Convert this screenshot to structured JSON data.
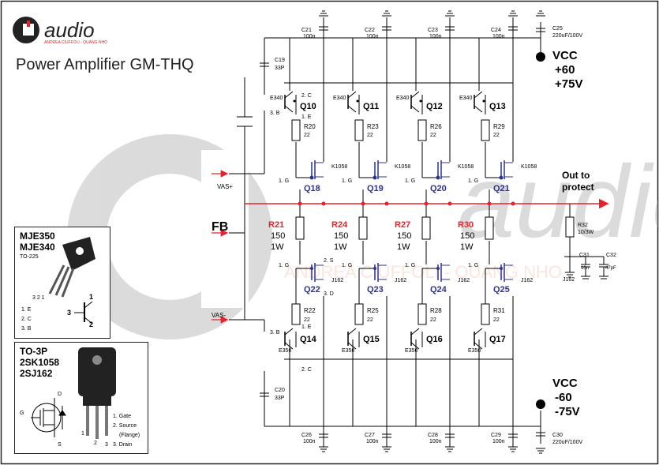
{
  "logo": {
    "brand": "audio",
    "tagline": "ANDREA CIUFFOLI - QUANG NHO"
  },
  "title": "Power Amplifier GM-THQ",
  "watermark": {
    "brand": "audio",
    "tagline": "ANDREA CIUFFOLI - QUANG NHO"
  },
  "supply_positive": {
    "label": "VCC",
    "v1": "+60",
    "v2": "+75V"
  },
  "supply_negative": {
    "label": "VCC",
    "v1": "-60",
    "v2": "-75V"
  },
  "inputs": {
    "vas_plus": "VAS+",
    "vas_minus": "VAS-",
    "fb": "FB"
  },
  "output": {
    "line1": "Out to",
    "line2": "protect"
  },
  "pin_labels": {
    "c": "2. C",
    "b": "3. B",
    "e": "1. E",
    "g": "1. G",
    "s": "2. S",
    "d": "3. D"
  },
  "bias_caps": {
    "c19": {
      "name": "C19",
      "value": "33P"
    },
    "c20": {
      "name": "C20",
      "value": "33P"
    }
  },
  "top_caps": [
    {
      "name": "C21",
      "value": "100n"
    },
    {
      "name": "C22",
      "value": "100n"
    },
    {
      "name": "C23",
      "value": "100n"
    },
    {
      "name": "C24",
      "value": "100n"
    },
    {
      "name": "C25",
      "value": "220uF/100V"
    }
  ],
  "bottom_caps": [
    {
      "name": "C26",
      "value": "100n"
    },
    {
      "name": "C27",
      "value": "100n"
    },
    {
      "name": "C28",
      "value": "100n"
    },
    {
      "name": "C29",
      "value": "100n"
    },
    {
      "name": "C30",
      "value": "220uF/100V"
    }
  ],
  "npn_drivers": [
    {
      "name": "Q10",
      "part": "E340"
    },
    {
      "name": "Q11",
      "part": "E340"
    },
    {
      "name": "Q12",
      "part": "E340"
    },
    {
      "name": "Q13",
      "part": "E340"
    }
  ],
  "pnp_drivers": [
    {
      "name": "Q14",
      "part": "E350"
    },
    {
      "name": "Q15",
      "part": "E350"
    },
    {
      "name": "Q16",
      "part": "E350"
    },
    {
      "name": "Q17",
      "part": "E350"
    }
  ],
  "top_resistors": [
    {
      "name": "R20",
      "value": "22"
    },
    {
      "name": "R23",
      "value": "22"
    },
    {
      "name": "R26",
      "value": "22"
    },
    {
      "name": "R29",
      "value": "22"
    }
  ],
  "bottom_resistors": [
    {
      "name": "R22",
      "value": "22"
    },
    {
      "name": "R25",
      "value": "22"
    },
    {
      "name": "R28",
      "value": "22"
    },
    {
      "name": "R31",
      "value": "22"
    }
  ],
  "n_mosfets": [
    {
      "name": "Q18",
      "part": "K1058"
    },
    {
      "name": "Q19",
      "part": "K1058"
    },
    {
      "name": "Q20",
      "part": "K1058"
    },
    {
      "name": "Q21",
      "part": "K1058"
    }
  ],
  "p_mosfets": [
    {
      "name": "Q22",
      "part": "J162"
    },
    {
      "name": "Q23",
      "part": "J162"
    },
    {
      "name": "Q24",
      "part": "J162"
    },
    {
      "name": "Q25",
      "part": "J162"
    }
  ],
  "source_resistors": [
    {
      "name": "R21",
      "value": "150",
      "power": "1W"
    },
    {
      "name": "R24",
      "value": "150",
      "power": "1W"
    },
    {
      "name": "R27",
      "value": "150",
      "power": "1W"
    },
    {
      "name": "R30",
      "value": "150",
      "power": "1W"
    }
  ],
  "zobel": {
    "r32": {
      "name": "R32",
      "value": "10/3W"
    },
    "c31": {
      "name": "C31",
      "value": "10n"
    },
    "c32": {
      "name": "C32",
      "value": "47pF"
    },
    "part": "J162"
  },
  "pkg_to225": {
    "line1": "MJE350",
    "line2": "MJE340",
    "line3": "TO-225",
    "pins": "3 2 1",
    "legend": [
      "1. E",
      "2. C",
      "3. B"
    ],
    "pin1": "1",
    "pin2": "2",
    "pin3": "3"
  },
  "pkg_to3p": {
    "line1": "TO-3P",
    "line2": "2SK1058",
    "line3": "2SJ162",
    "legend": [
      "1. Gate",
      "2. Source",
      "(Flange)",
      "3. Drain"
    ],
    "pin_g": "G",
    "pin_d": "D",
    "pin_s": "S",
    "pins": [
      "1",
      "2",
      "3"
    ]
  },
  "colors": {
    "signal_red": "#e8222a",
    "mosfet_blue": "#2e3192",
    "wire": "#000000",
    "watermark": "#c9c9c9"
  }
}
